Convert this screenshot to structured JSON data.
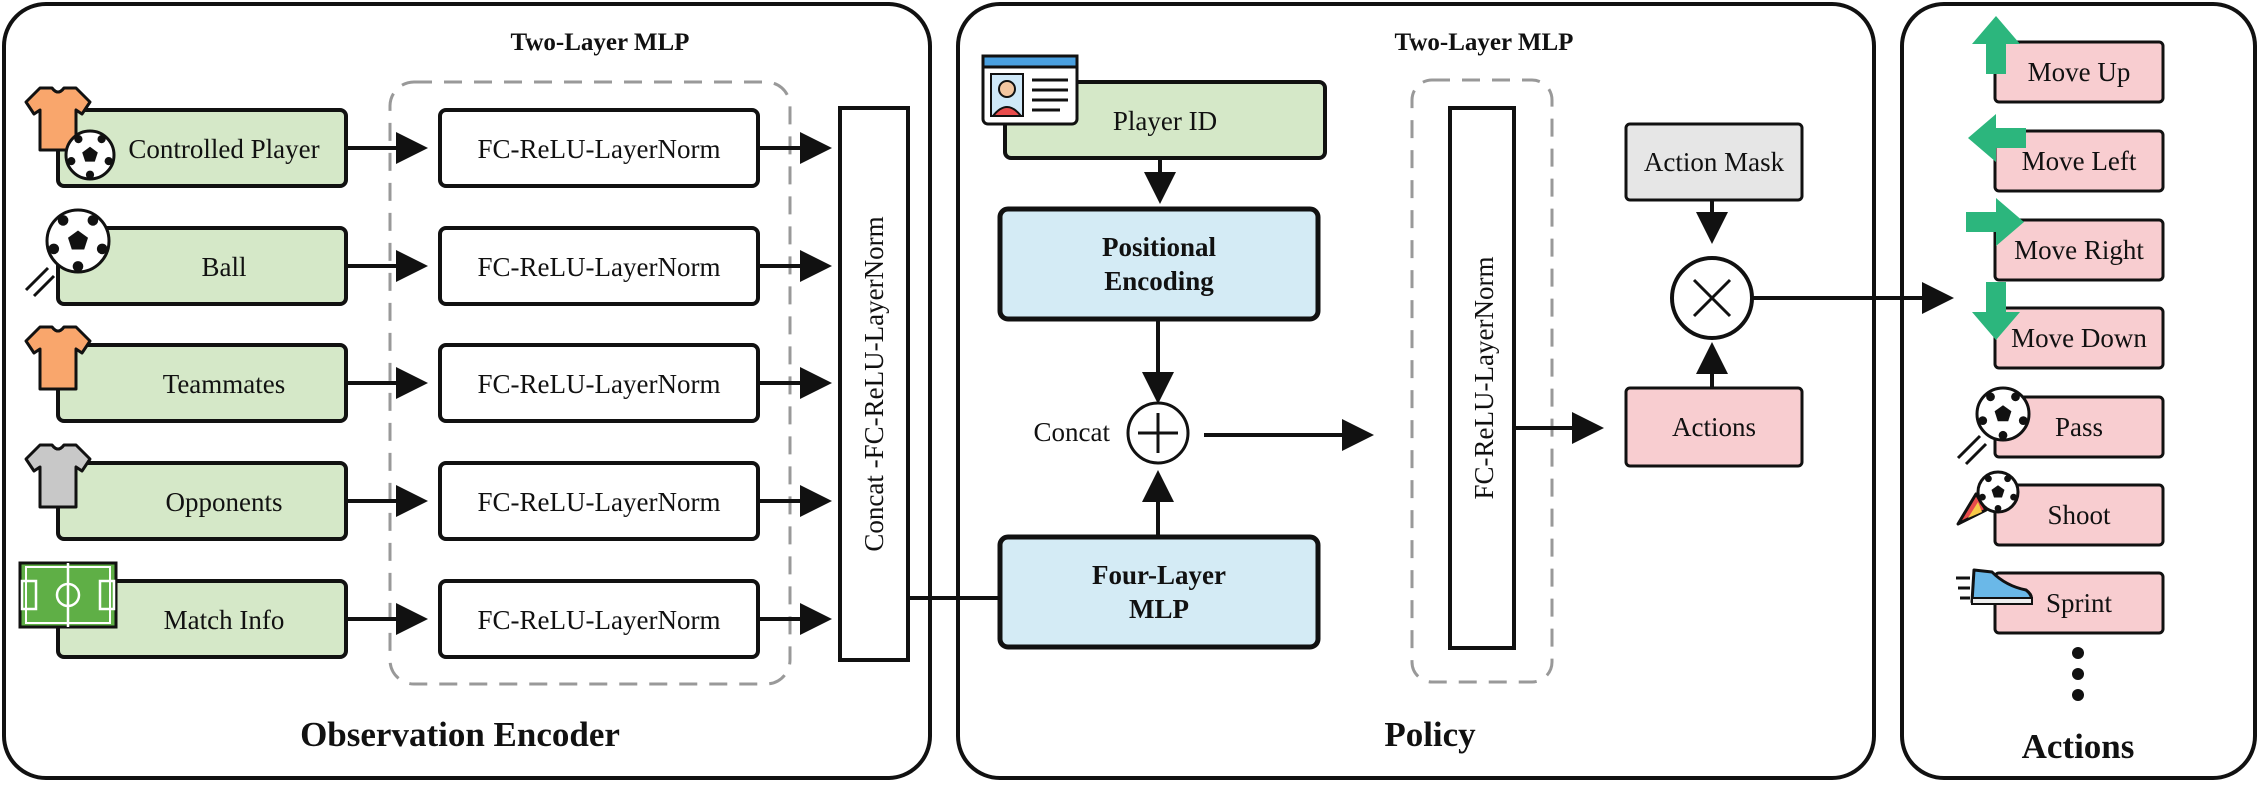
{
  "encoder": {
    "section_title": "Observation Encoder",
    "mlp_title": "Two-Layer MLP",
    "inputs": [
      {
        "label": "Controlled Player",
        "icon": "jersey-with-ball-icon"
      },
      {
        "label": "Ball",
        "icon": "soccer-ball-icon"
      },
      {
        "label": "Teammates",
        "icon": "orange-jersey-icon"
      },
      {
        "label": "Opponents",
        "icon": "gray-jersey-icon"
      },
      {
        "label": "Match Info",
        "icon": "soccer-field-icon"
      }
    ],
    "fc_label": "FC-ReLU-LayerNorm",
    "concat_label": "Concat -FC-ReLU-LayerNorm"
  },
  "policy": {
    "section_title": "Policy",
    "mlp_title": "Two-Layer MLP",
    "player_id": "Player ID",
    "positional_encoding": [
      "Positional",
      "Encoding"
    ],
    "concat": "Concat",
    "four_layer_mlp": [
      "Four-Layer",
      "MLP"
    ],
    "fc_vertical": "FC-ReLU-LayerNorm",
    "action_mask": "Action Mask",
    "actions": "Actions"
  },
  "actions_panel": {
    "section_title": "Actions",
    "items": [
      {
        "label": "Move Up",
        "icon": "arrow-up-icon"
      },
      {
        "label": "Move Left",
        "icon": "arrow-left-icon"
      },
      {
        "label": "Move Right",
        "icon": "arrow-right-icon"
      },
      {
        "label": "Move Down",
        "icon": "arrow-down-icon"
      },
      {
        "label": "Pass",
        "icon": "soccer-ball-icon"
      },
      {
        "label": "Shoot",
        "icon": "shooting-ball-icon"
      },
      {
        "label": "Sprint",
        "icon": "sneaker-icon"
      }
    ]
  },
  "colors": {
    "green_fill": "#d5e8c8",
    "blue_fill": "#d4ebf5",
    "pink_fill": "#f8cdd0",
    "gray_fill": "#e6e6e6",
    "arrow_green": "#2cb67d",
    "jersey_orange": "#f9a66c",
    "jersey_gray": "#c8c8c8",
    "field_green": "#5faf46"
  }
}
